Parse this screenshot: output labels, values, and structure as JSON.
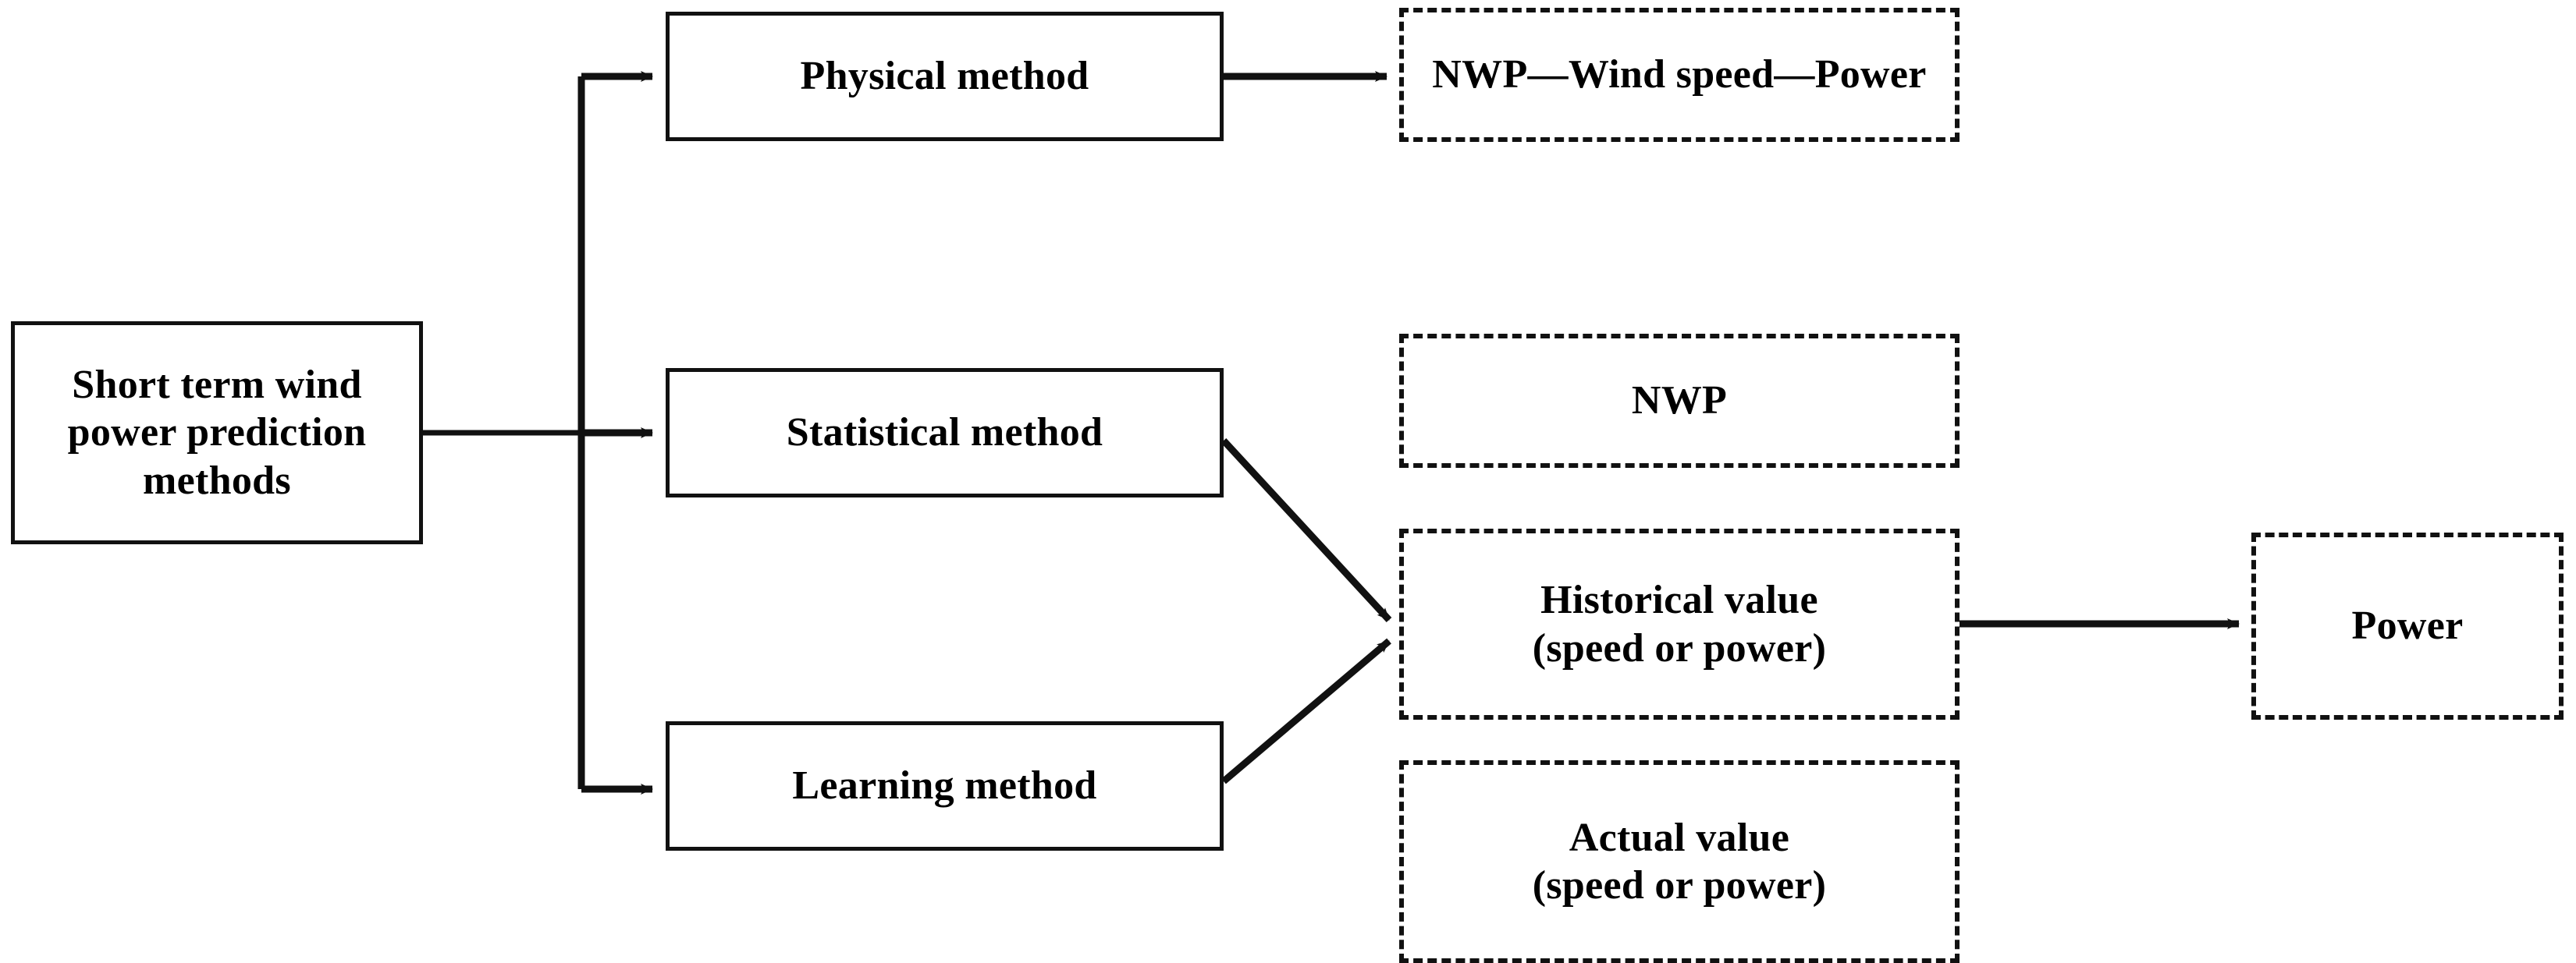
{
  "diagram": {
    "title": "Short term wind power prediction methods taxonomy flowchart",
    "colors": {
      "stroke": "#111111",
      "background": "#ffffff",
      "text": "#000000"
    },
    "nodes": {
      "root": {
        "id": "root",
        "label": "Short term wind\npower prediction\nmethods",
        "style": "solid"
      },
      "physical": {
        "id": "physical",
        "label": "Physical method",
        "style": "solid"
      },
      "statistical": {
        "id": "statistical",
        "label": "Statistical method",
        "style": "solid"
      },
      "learning": {
        "id": "learning",
        "label": "Learning method",
        "style": "solid"
      },
      "nwp_chain": {
        "id": "nwp_chain",
        "label": "NWP—Wind speed—Power",
        "style": "dashed"
      },
      "nwp": {
        "id": "nwp",
        "label": "NWP",
        "style": "dashed"
      },
      "historical": {
        "id": "historical",
        "label": "Historical value\n(speed or power)",
        "style": "dashed"
      },
      "actual": {
        "id": "actual",
        "label": "Actual value\n(speed or power)",
        "style": "dashed"
      },
      "power": {
        "id": "power",
        "label": "Power",
        "style": "dashed"
      }
    },
    "edges": [
      {
        "name": "root-to-branch-trunk",
        "from": "root",
        "to": "branch-trunk",
        "arrow": false
      },
      {
        "name": "branch-to-physical",
        "from": "branch-trunk",
        "to": "physical",
        "arrow": true
      },
      {
        "name": "branch-to-statistical",
        "from": "branch-trunk",
        "to": "statistical",
        "arrow": true
      },
      {
        "name": "branch-to-learning",
        "from": "branch-trunk",
        "to": "learning",
        "arrow": true
      },
      {
        "name": "physical-to-nwp-chain",
        "from": "physical",
        "to": "nwp_chain",
        "arrow": true
      },
      {
        "name": "statistical-to-historical",
        "from": "statistical",
        "to": "historical",
        "arrow": true
      },
      {
        "name": "learning-to-historical",
        "from": "learning",
        "to": "historical",
        "arrow": true
      },
      {
        "name": "historical-to-power",
        "from": "historical",
        "to": "power",
        "arrow": true
      }
    ]
  }
}
